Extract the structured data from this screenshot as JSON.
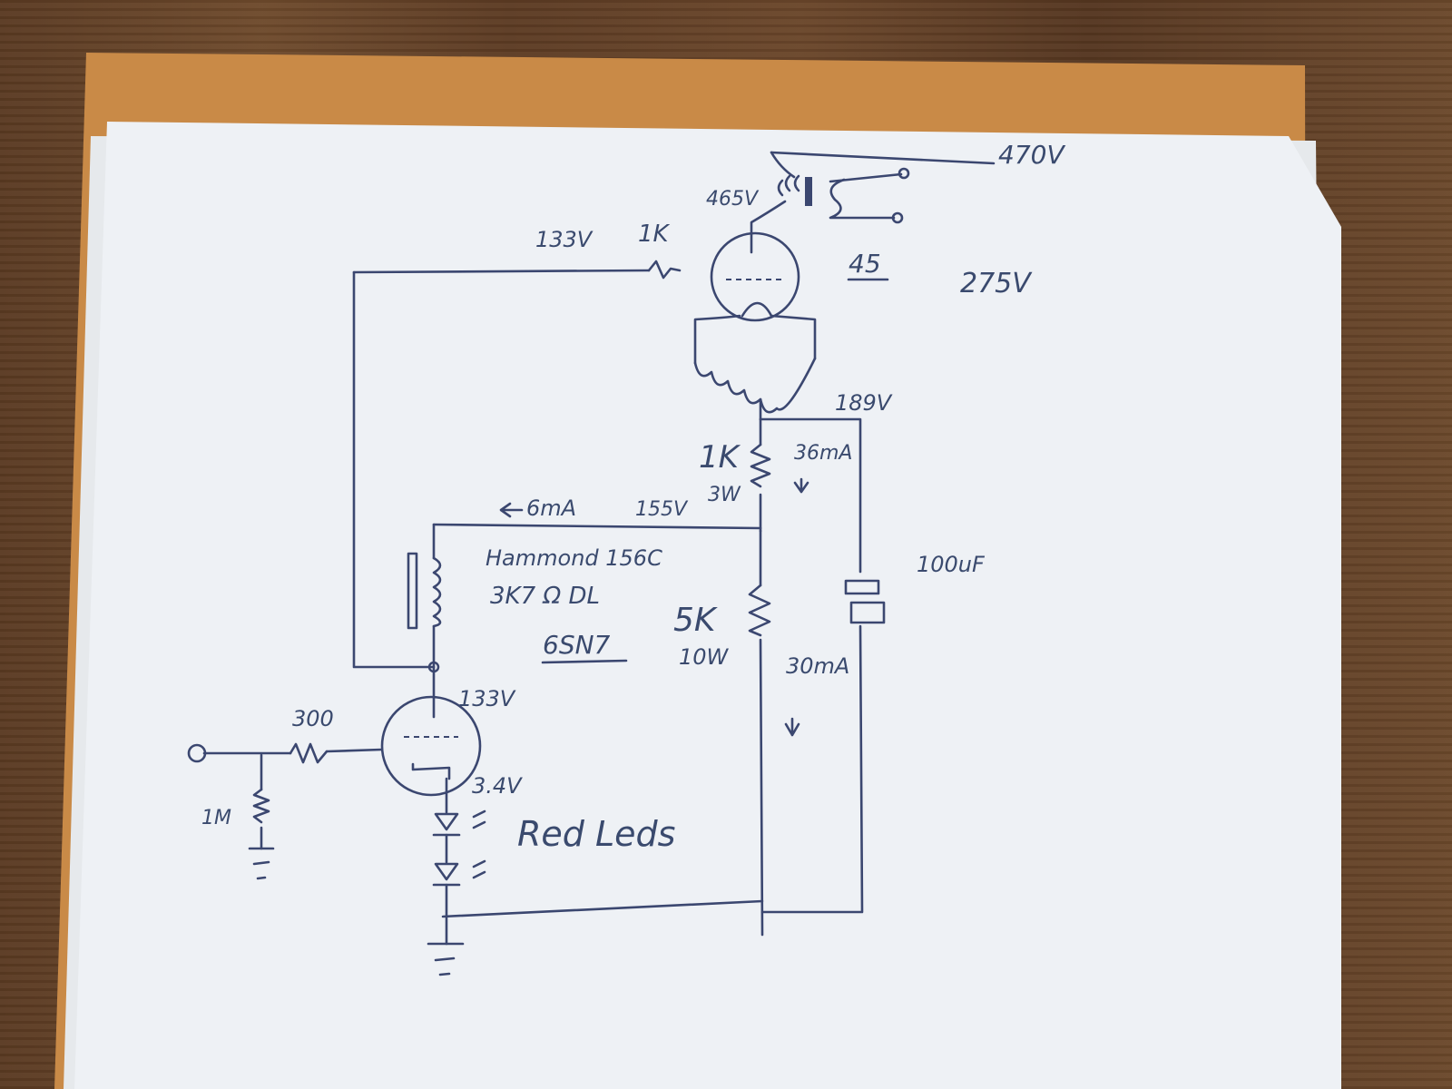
{
  "labels": {
    "v470": "470V",
    "v465": "465V",
    "v133_top": "133V",
    "r1k_top": "1K",
    "tube45": "45",
    "v275": "275V",
    "v189": "189V",
    "r1k": "1K",
    "ma36": "36mA",
    "w3": "3W",
    "ma6": "6mA",
    "v155": "155V",
    "choke_name": "Hammond 156C",
    "choke_spec": "3K7 Ω DL",
    "cap": "100uF",
    "r5k": "5K",
    "w10": "10W",
    "tube_6sn7": "6SN7",
    "ma30": "30mA",
    "v133": "133V",
    "r300": "300",
    "r1m": "1M",
    "v34": "3.4V",
    "leds": "Red Leds"
  }
}
